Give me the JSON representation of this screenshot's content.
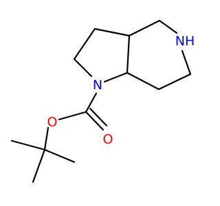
{
  "colors": {
    "background": "#ffffff",
    "carbon_bond": "#000000",
    "nitrogen": "#0000ff",
    "oxygen": "#ff0000"
  },
  "atoms": {
    "ring_nitrogen": "N",
    "amine_nitrogen": "NH",
    "ester_oxygen": "O",
    "carbonyl_oxygen": "O"
  }
}
